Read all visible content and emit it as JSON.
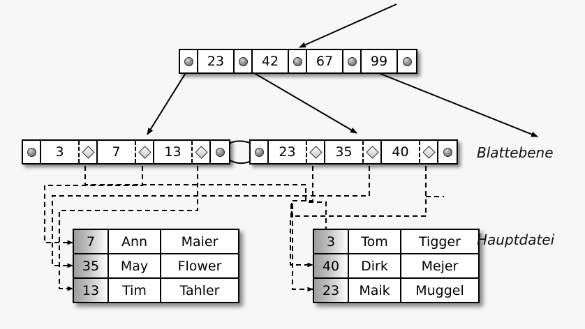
{
  "diagram": {
    "background_color": "#f7f7f7",
    "line_color": "#000000",
    "captions": {
      "leaf_level": "Blattebene",
      "main_file": "Hauptdatei"
    }
  },
  "root_node": {
    "name": "root-index-node",
    "cells": [
      {
        "type": "pointer",
        "icon": "bullet-pointer-icon",
        "label": ""
      },
      {
        "type": "value",
        "label": "23"
      },
      {
        "type": "pointer",
        "icon": "bullet-pointer-icon",
        "label": ""
      },
      {
        "type": "value",
        "label": "42"
      },
      {
        "type": "pointer",
        "icon": "bullet-pointer-icon",
        "label": ""
      },
      {
        "type": "value",
        "label": "67"
      },
      {
        "type": "pointer",
        "icon": "bullet-pointer-icon",
        "label": ""
      },
      {
        "type": "value",
        "label": "99"
      },
      {
        "type": "pointer",
        "icon": "bullet-pointer-icon",
        "label": ""
      }
    ]
  },
  "leaf_left": {
    "name": "leaf-node-left",
    "cells": [
      {
        "type": "pointer",
        "icon": "bullet-pointer-icon",
        "label": ""
      },
      {
        "type": "value",
        "label": "3"
      },
      {
        "type": "diamond",
        "icon": "diamond-pointer-icon",
        "label": ""
      },
      {
        "type": "value",
        "label": "7"
      },
      {
        "type": "diamond",
        "icon": "diamond-pointer-icon",
        "label": ""
      },
      {
        "type": "value",
        "label": "13"
      },
      {
        "type": "diamond",
        "icon": "diamond-pointer-icon",
        "label": ""
      },
      {
        "type": "pointer",
        "icon": "bullet-pointer-icon",
        "label": ""
      }
    ]
  },
  "leaf_right": {
    "name": "leaf-node-right",
    "cells": [
      {
        "type": "pointer",
        "icon": "bullet-pointer-icon",
        "label": ""
      },
      {
        "type": "value",
        "label": "23"
      },
      {
        "type": "diamond",
        "icon": "diamond-pointer-icon",
        "label": ""
      },
      {
        "type": "value",
        "label": "35"
      },
      {
        "type": "diamond",
        "icon": "diamond-pointer-icon",
        "label": ""
      },
      {
        "type": "value",
        "label": "40"
      },
      {
        "type": "diamond",
        "icon": "diamond-pointer-icon",
        "label": ""
      },
      {
        "type": "pointer",
        "icon": "bullet-pointer-icon",
        "label": ""
      }
    ]
  },
  "table_left": {
    "name": "main-file-table-left",
    "rows": [
      {
        "key": "7",
        "first_name": "Ann",
        "last_name": "Maier"
      },
      {
        "key": "35",
        "first_name": "May",
        "last_name": "Flower"
      },
      {
        "key": "13",
        "first_name": "Tim",
        "last_name": "Tahler"
      }
    ]
  },
  "table_right": {
    "name": "main-file-table-right",
    "rows": [
      {
        "key": "3",
        "first_name": "Tom",
        "last_name": "Tigger"
      },
      {
        "key": "40",
        "first_name": "Dirk",
        "last_name": "Mejer"
      },
      {
        "key": "23",
        "first_name": "Maik",
        "last_name": "Muggel"
      }
    ]
  }
}
